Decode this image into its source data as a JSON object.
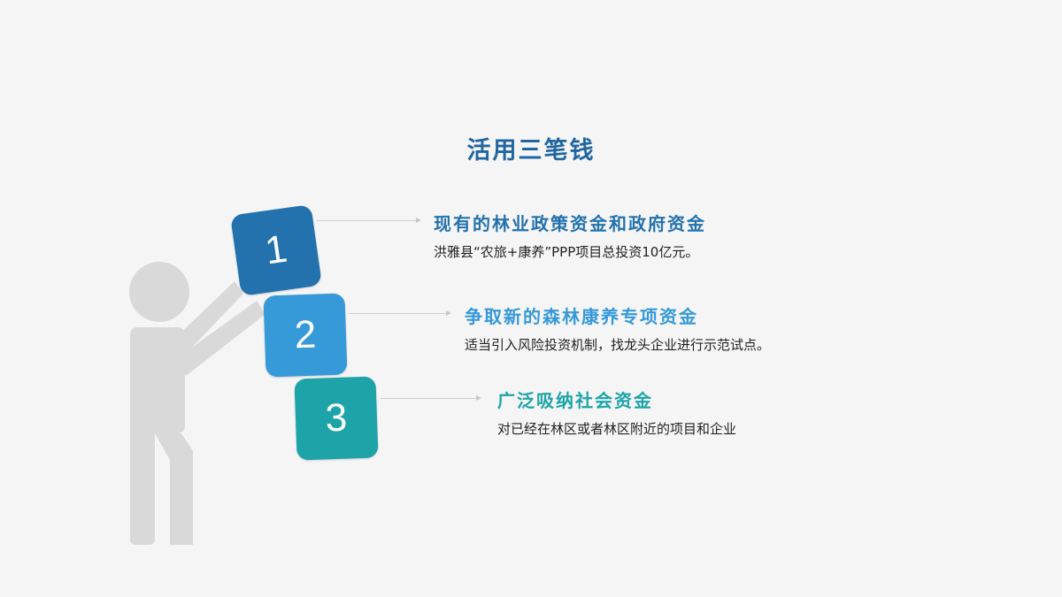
{
  "title": "活用三笔钱",
  "colors": {
    "title": "#2166a0",
    "block1": "#2372ad",
    "block2": "#3699d8",
    "block3": "#1ea4a8",
    "figure": "#d9d9d9",
    "background": "#f5f5f6"
  },
  "items": [
    {
      "number": "1",
      "heading": "现有的林业政策资金和政府资金",
      "description": "洪雅县“农旅+康养”PPP项目总投资10亿元。",
      "color": "#2372ad"
    },
    {
      "number": "2",
      "heading": "争取新的森林康养专项资金",
      "description": "适当引入风险投资机制，找龙头企业进行示范试点。",
      "color": "#3699d8"
    },
    {
      "number": "3",
      "heading": "广泛吸纳社会资金",
      "description": "对已经在林区或者林区附近的项目和企业",
      "color": "#1ea4a8"
    }
  ]
}
